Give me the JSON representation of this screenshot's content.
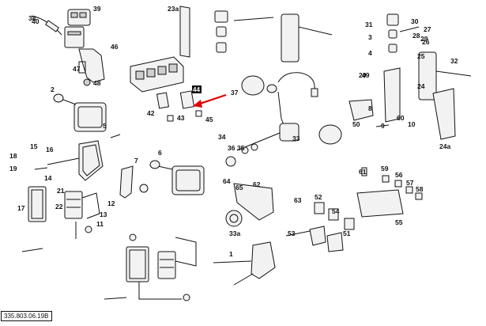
{
  "diagram": {
    "reference": "335.803.06.19B",
    "highlighted_part": "44",
    "arrow_color": "#e00000",
    "callouts": [
      "38",
      "39",
      "40",
      "46",
      "47",
      "48",
      "23a",
      "30",
      "3",
      "4",
      "28",
      "27",
      "31",
      "2",
      "50",
      "49",
      "29",
      "25",
      "60",
      "32",
      "26",
      "20",
      "24",
      "8",
      "10",
      "9",
      "44",
      "37",
      "42",
      "43",
      "45",
      "33",
      "35",
      "36",
      "34",
      "7",
      "15",
      "16",
      "19",
      "18",
      "14",
      "6",
      "5",
      "61",
      "59",
      "56",
      "57",
      "58",
      "55",
      "21",
      "22",
      "12",
      "11",
      "13",
      "62",
      "64",
      "65",
      "63",
      "33a",
      "52",
      "54",
      "53",
      "17",
      "51",
      "1",
      "24a"
    ]
  }
}
